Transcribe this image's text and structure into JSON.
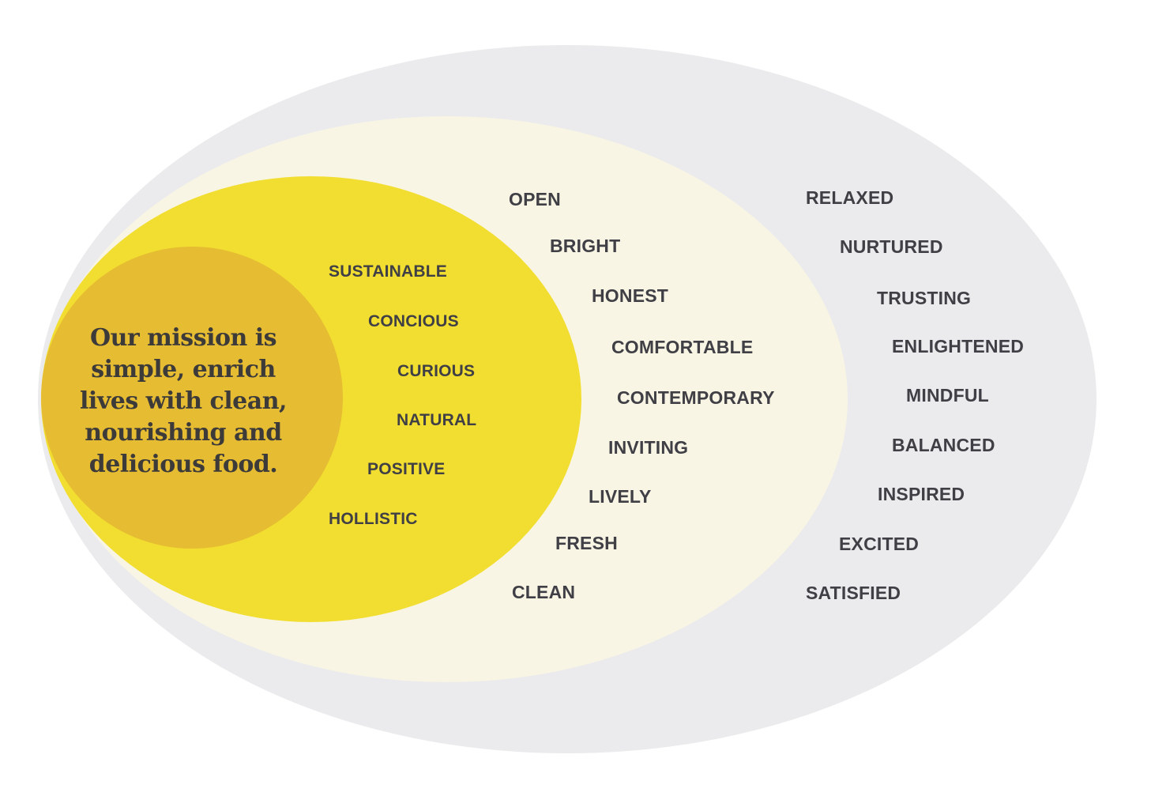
{
  "mission": {
    "text": "Our mission is simple, enrich lives with clean, nourishing and delicious food."
  },
  "core_words": [
    "SUSTAINABLE",
    "CONCIOUS",
    "CURIOUS",
    "NATURAL",
    "POSITIVE",
    "HOLLISTIC"
  ],
  "middle_words": [
    "OPEN",
    "BRIGHT",
    "HONEST",
    "COMFORTABLE",
    "CONTEMPORARY",
    "INVITING",
    "LIVELY",
    "FRESH",
    "CLEAN"
  ],
  "outer_words": [
    "RELAXED",
    "NURTURED",
    "TRUSTING",
    "ENLIGHTENED",
    "MINDFUL",
    "BALANCED",
    "INSPIRED",
    "EXCITED",
    "SATISFIED"
  ],
  "colors": {
    "outer_ring": "#ebebed",
    "middle_ring": "#f8f5e4",
    "inner_ring": "#f2de30",
    "mission_circle": "#e6bc32",
    "text": "#3f3f45",
    "mission_text": "#3d3a3a"
  }
}
